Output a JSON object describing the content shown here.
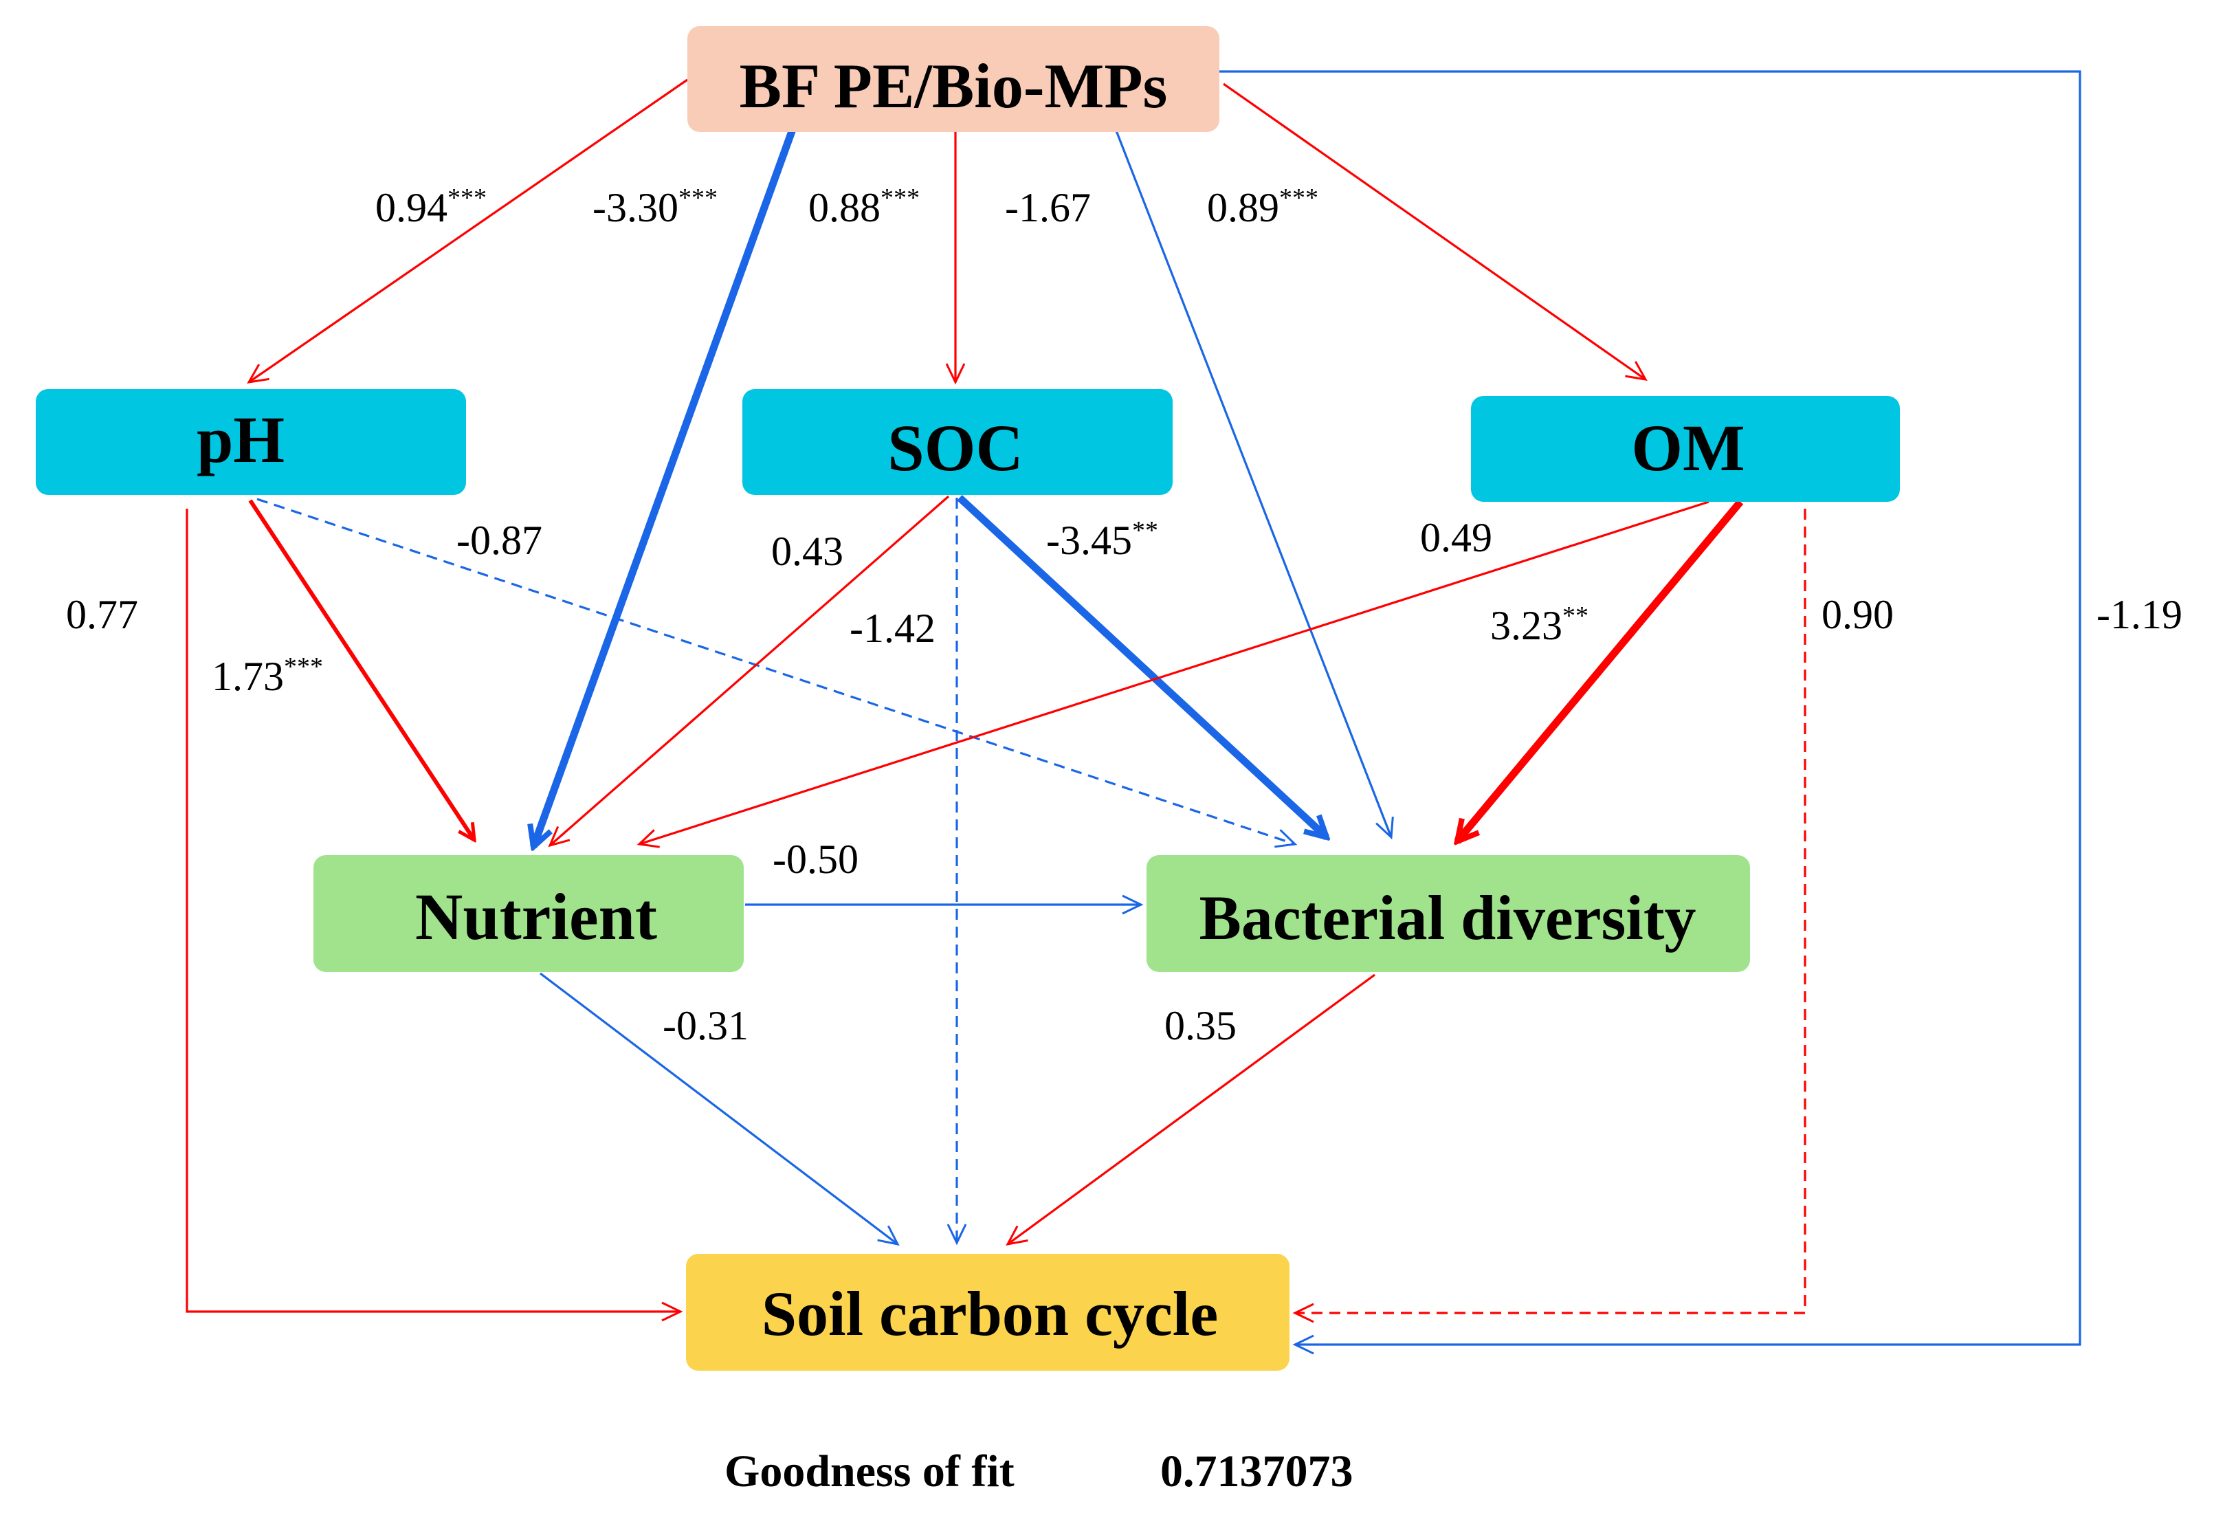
{
  "colors": {
    "positive": "#ff0000",
    "negative": "#1a66e6",
    "driver_fill": "#f9ccb8",
    "soil_fill": "#00c6e2",
    "bio_fill": "#a0e38c",
    "outcome_fill": "#fcd34d"
  },
  "nodes": {
    "bf": "BF PE/Bio-MPs",
    "ph": "pH",
    "soc": "SOC",
    "om": "OM",
    "nutrient": "Nutrient",
    "bacterial": "Bacterial diversity",
    "carbon": "Soil carbon cycle"
  },
  "edges": [
    {
      "id": "bf-ph",
      "from": "BF PE/Bio-MPs",
      "to": "pH",
      "coef": "0.94",
      "sig": "***",
      "sign": "positive",
      "style": "solid"
    },
    {
      "id": "bf-nutrient",
      "from": "BF PE/Bio-MPs",
      "to": "Nutrient",
      "coef": "-3.30",
      "sig": "***",
      "sign": "negative",
      "style": "solid"
    },
    {
      "id": "bf-soc",
      "from": "BF PE/Bio-MPs",
      "to": "SOC",
      "coef": "0.88",
      "sig": "***",
      "sign": "positive",
      "style": "solid"
    },
    {
      "id": "bf-bacterial",
      "from": "BF PE/Bio-MPs",
      "to": "Bacterial diversity",
      "coef": "-1.67",
      "sig": "",
      "sign": "negative",
      "style": "solid"
    },
    {
      "id": "bf-om",
      "from": "BF PE/Bio-MPs",
      "to": "OM",
      "coef": "0.89",
      "sig": "***",
      "sign": "positive",
      "style": "solid"
    },
    {
      "id": "bf-carbon",
      "from": "BF PE/Bio-MPs",
      "to": "Soil carbon cycle",
      "coef": "-1.19",
      "sig": "",
      "sign": "negative",
      "style": "solid"
    },
    {
      "id": "ph-carbon",
      "from": "pH",
      "to": "Soil carbon cycle",
      "coef": "0.77",
      "sig": "",
      "sign": "positive",
      "style": "solid"
    },
    {
      "id": "ph-nutrient",
      "from": "pH",
      "to": "Nutrient",
      "coef": "1.73",
      "sig": "***",
      "sign": "positive",
      "style": "solid"
    },
    {
      "id": "ph-bacterial",
      "from": "pH",
      "to": "Bacterial diversity",
      "coef": "-0.87",
      "sig": "",
      "sign": "negative",
      "style": "dashed"
    },
    {
      "id": "soc-nutrient",
      "from": "SOC",
      "to": "Nutrient",
      "coef": "0.43",
      "sig": "",
      "sign": "positive",
      "style": "solid"
    },
    {
      "id": "soc-carbon",
      "from": "SOC",
      "to": "Soil carbon cycle",
      "coef": "-1.42",
      "sig": "",
      "sign": "negative",
      "style": "dashed"
    },
    {
      "id": "soc-bacterial",
      "from": "SOC",
      "to": "Bacterial diversity",
      "coef": "-3.45",
      "sig": "**",
      "sign": "negative",
      "style": "solid"
    },
    {
      "id": "om-nutrient",
      "from": "OM",
      "to": "Nutrient",
      "coef": "0.49",
      "sig": "",
      "sign": "positive",
      "style": "solid"
    },
    {
      "id": "om-bacterial",
      "from": "OM",
      "to": "Bacterial diversity",
      "coef": "3.23",
      "sig": "**",
      "sign": "positive",
      "style": "solid"
    },
    {
      "id": "om-carbon",
      "from": "OM",
      "to": "Soil carbon cycle",
      "coef": "0.90",
      "sig": "",
      "sign": "positive",
      "style": "dashed"
    },
    {
      "id": "nutrient-bacterial",
      "from": "Nutrient",
      "to": "Bacterial diversity",
      "coef": "-0.50",
      "sig": "",
      "sign": "negative",
      "style": "solid"
    },
    {
      "id": "nutrient-carbon",
      "from": "Nutrient",
      "to": "Soil carbon cycle",
      "coef": "-0.31",
      "sig": "",
      "sign": "negative",
      "style": "solid"
    },
    {
      "id": "bacterial-carbon",
      "from": "Bacterial diversity",
      "to": "Soil carbon cycle",
      "coef": "0.35",
      "sig": "",
      "sign": "positive",
      "style": "solid"
    }
  ],
  "fit": {
    "label": "Goodness of fit",
    "value": "0.7137073"
  }
}
